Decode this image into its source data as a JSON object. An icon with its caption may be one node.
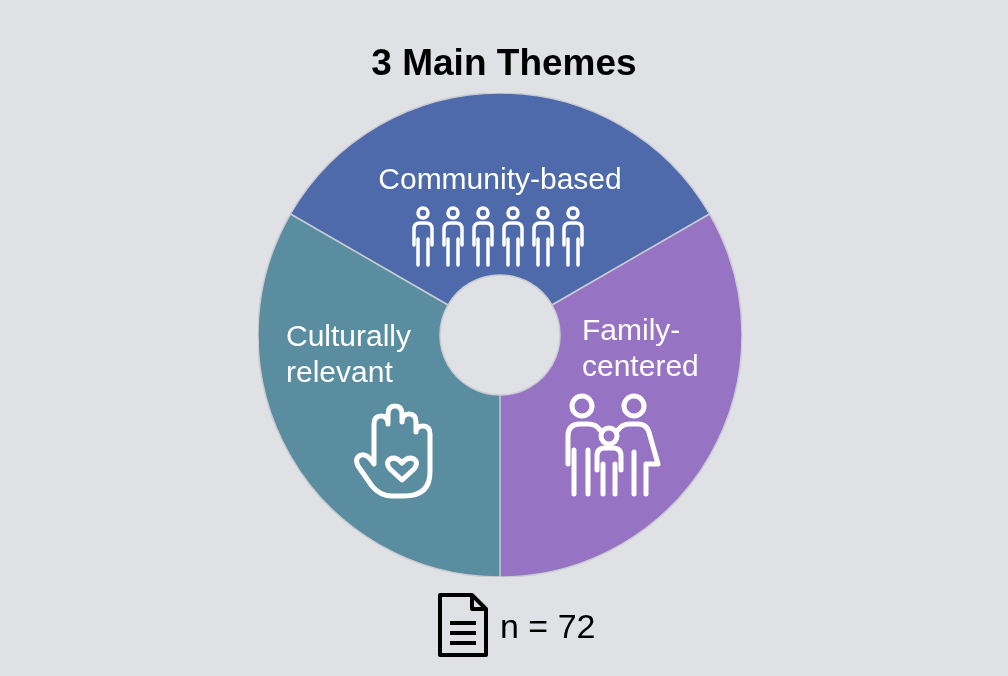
{
  "diagram": {
    "title": "3 Main Themes",
    "nodes": [
      {
        "text": [
          "Community-based"
        ]
      },
      {
        "text": [
          "Culturally relevant"
        ]
      },
      {
        "text": [
          "Family-centered"
        ]
      }
    ],
    "labels": [
      "n = 72"
    ]
  }
}
